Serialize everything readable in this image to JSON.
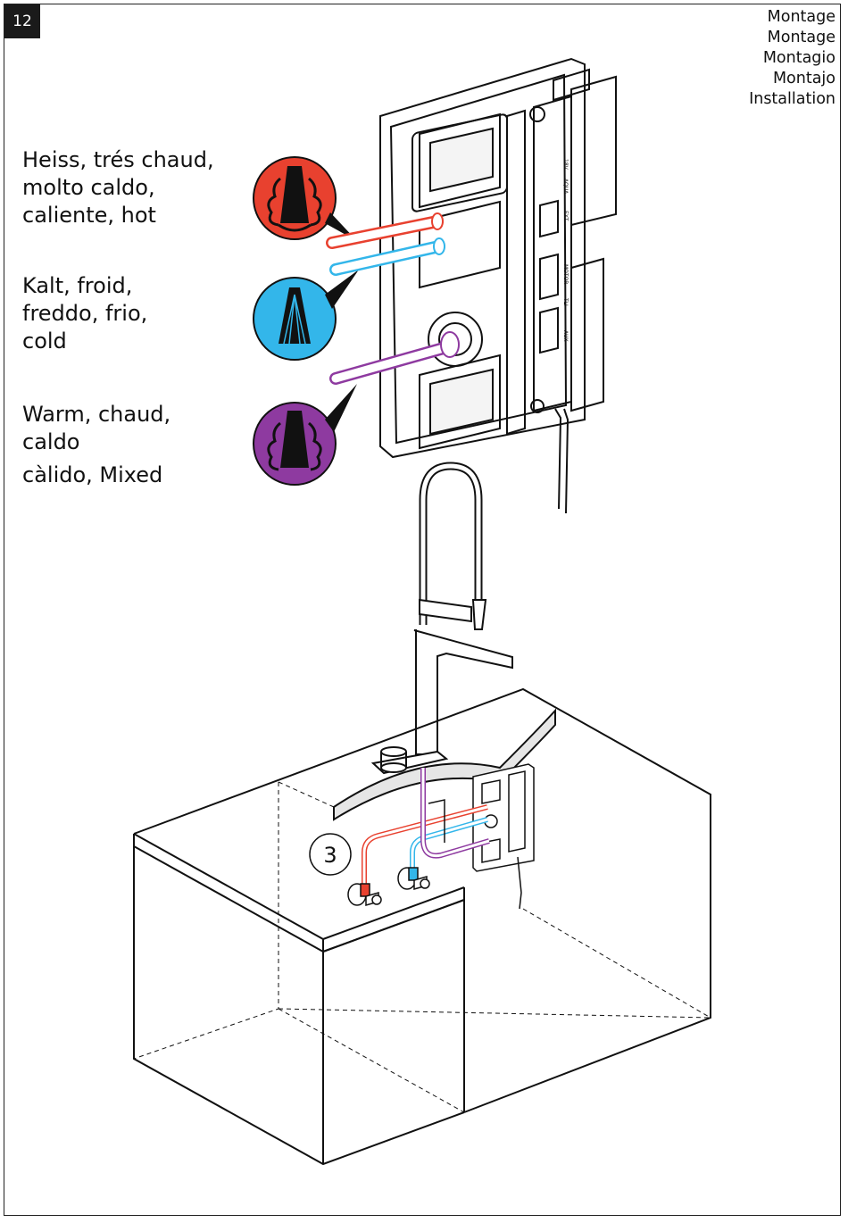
{
  "page_number": "12",
  "headings": [
    "Montage",
    "Montage",
    "Montagio",
    "Montajo",
    "Installation"
  ],
  "legend": {
    "hot": {
      "lines": [
        "Heiss, trés chaud,",
        "molto caldo,",
        "caliente, hot"
      ],
      "color": "#e8412f"
    },
    "cold": {
      "lines": [
        "Kalt, froid,",
        "freddo, frio,",
        "cold"
      ],
      "color": "#33b6ea"
    },
    "mixed": {
      "lines": [
        "Warm, chaud,",
        "caldo",
        "càlido, Mixed"
      ],
      "color": "#8e3aa0"
    }
  },
  "panel_labels": [
    "18V",
    "AQUA",
    "EXT",
    "MOTOR",
    "TLI",
    "AUX"
  ],
  "step_number": "3"
}
